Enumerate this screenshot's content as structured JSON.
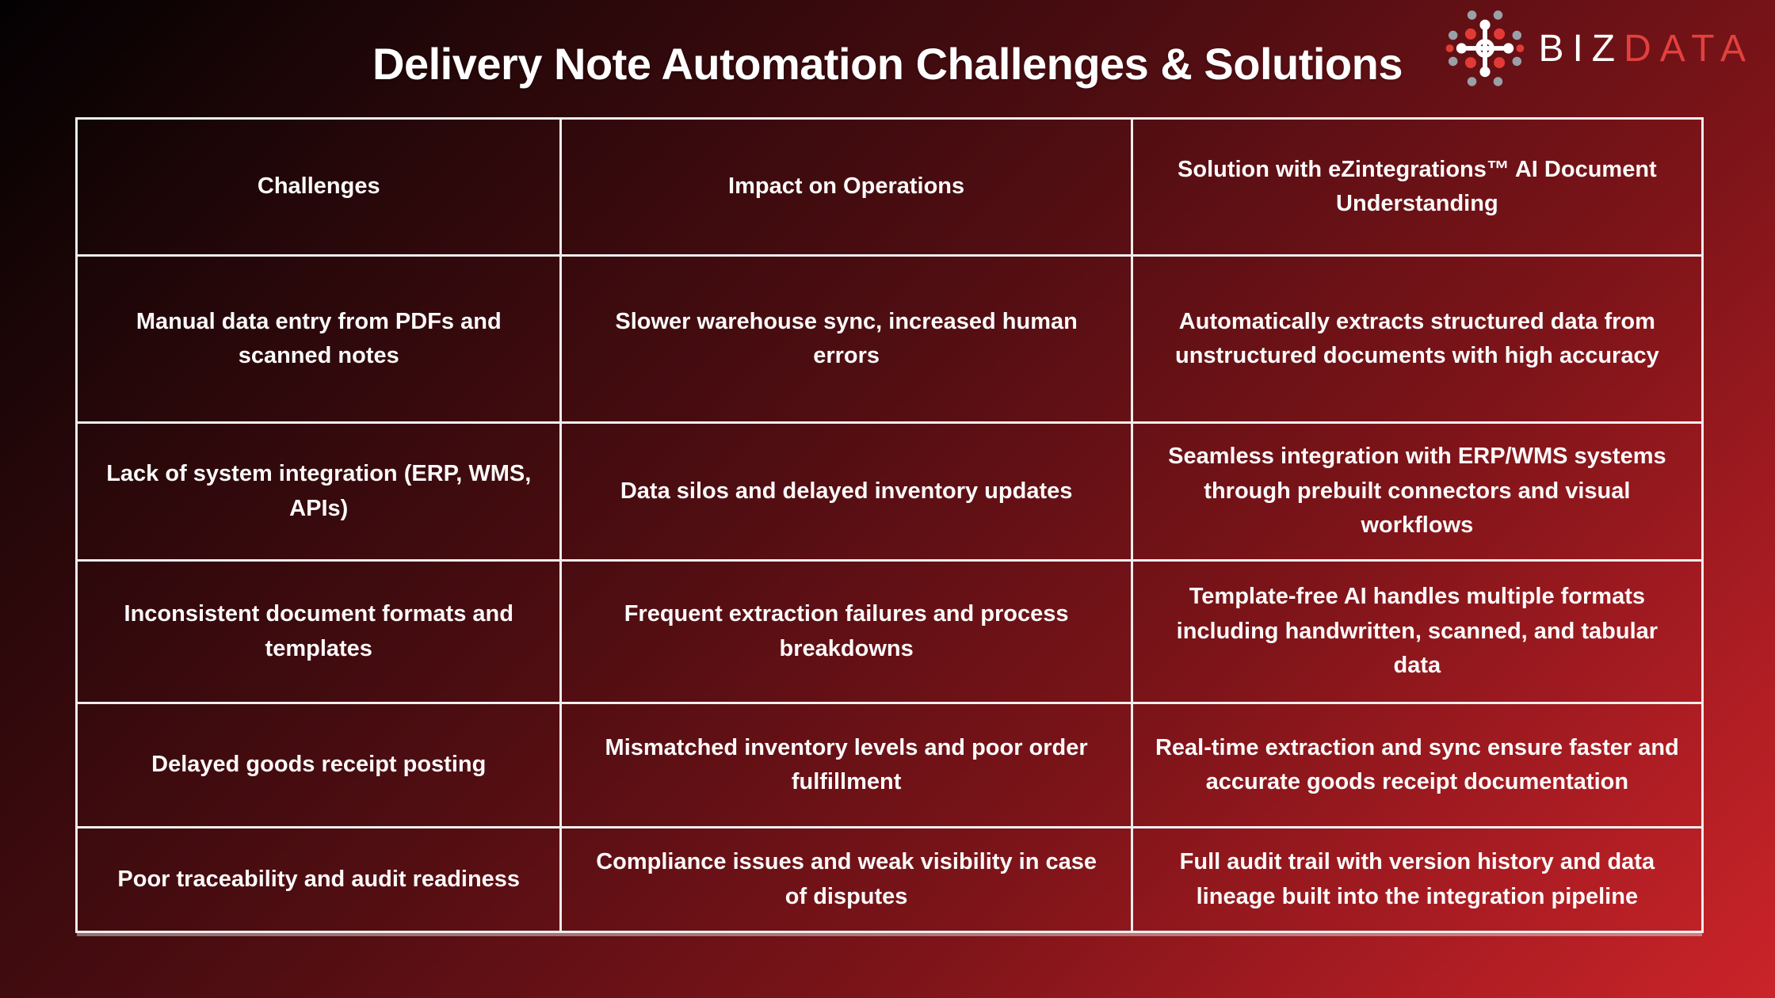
{
  "title": "Delivery Note Automation Challenges & Solutions",
  "logo": {
    "text_primary": "BIZ",
    "text_secondary": "DATA",
    "icon_name": "network-hub-icon",
    "colors": {
      "primary_text": "#ffffff",
      "secondary_text": "#e2413e",
      "hub_white": "#ffffff",
      "dot_red": "#e23b36",
      "dot_gray": "#9aa0a8"
    }
  },
  "table": {
    "headers": [
      "Challenges",
      "Impact on Operations",
      "Solution with eZintegrations™ AI Document Understanding"
    ],
    "rows": [
      [
        "Manual data entry from PDFs and scanned notes",
        "Slower warehouse sync, increased human errors",
        "Automatically extracts structured data from unstructured documents with high accuracy"
      ],
      [
        "Lack of system integration (ERP, WMS, APIs)",
        "Data silos and delayed inventory updates",
        "Seamless integration with ERP/WMS systems through prebuilt connectors and visual workflows"
      ],
      [
        "Inconsistent document formats and templates",
        "Frequent extraction failures and process breakdowns",
        "Template-free AI handles multiple formats including handwritten, scanned, and tabular data"
      ],
      [
        "Delayed goods receipt posting",
        "Mismatched inventory levels and poor order fulfillment",
        "Real-time extraction and sync ensure faster and accurate goods receipt documentation"
      ],
      [
        "Poor traceability and audit readiness",
        "Compliance issues and weak visibility in case of disputes",
        "Full audit trail with version history and data lineage built into the integration pipeline"
      ]
    ]
  },
  "style": {
    "background_gradient_start": "#030102",
    "background_gradient_end": "#ca2429",
    "table_border_color": "#f1eded",
    "text_color": "#fbfafa"
  }
}
